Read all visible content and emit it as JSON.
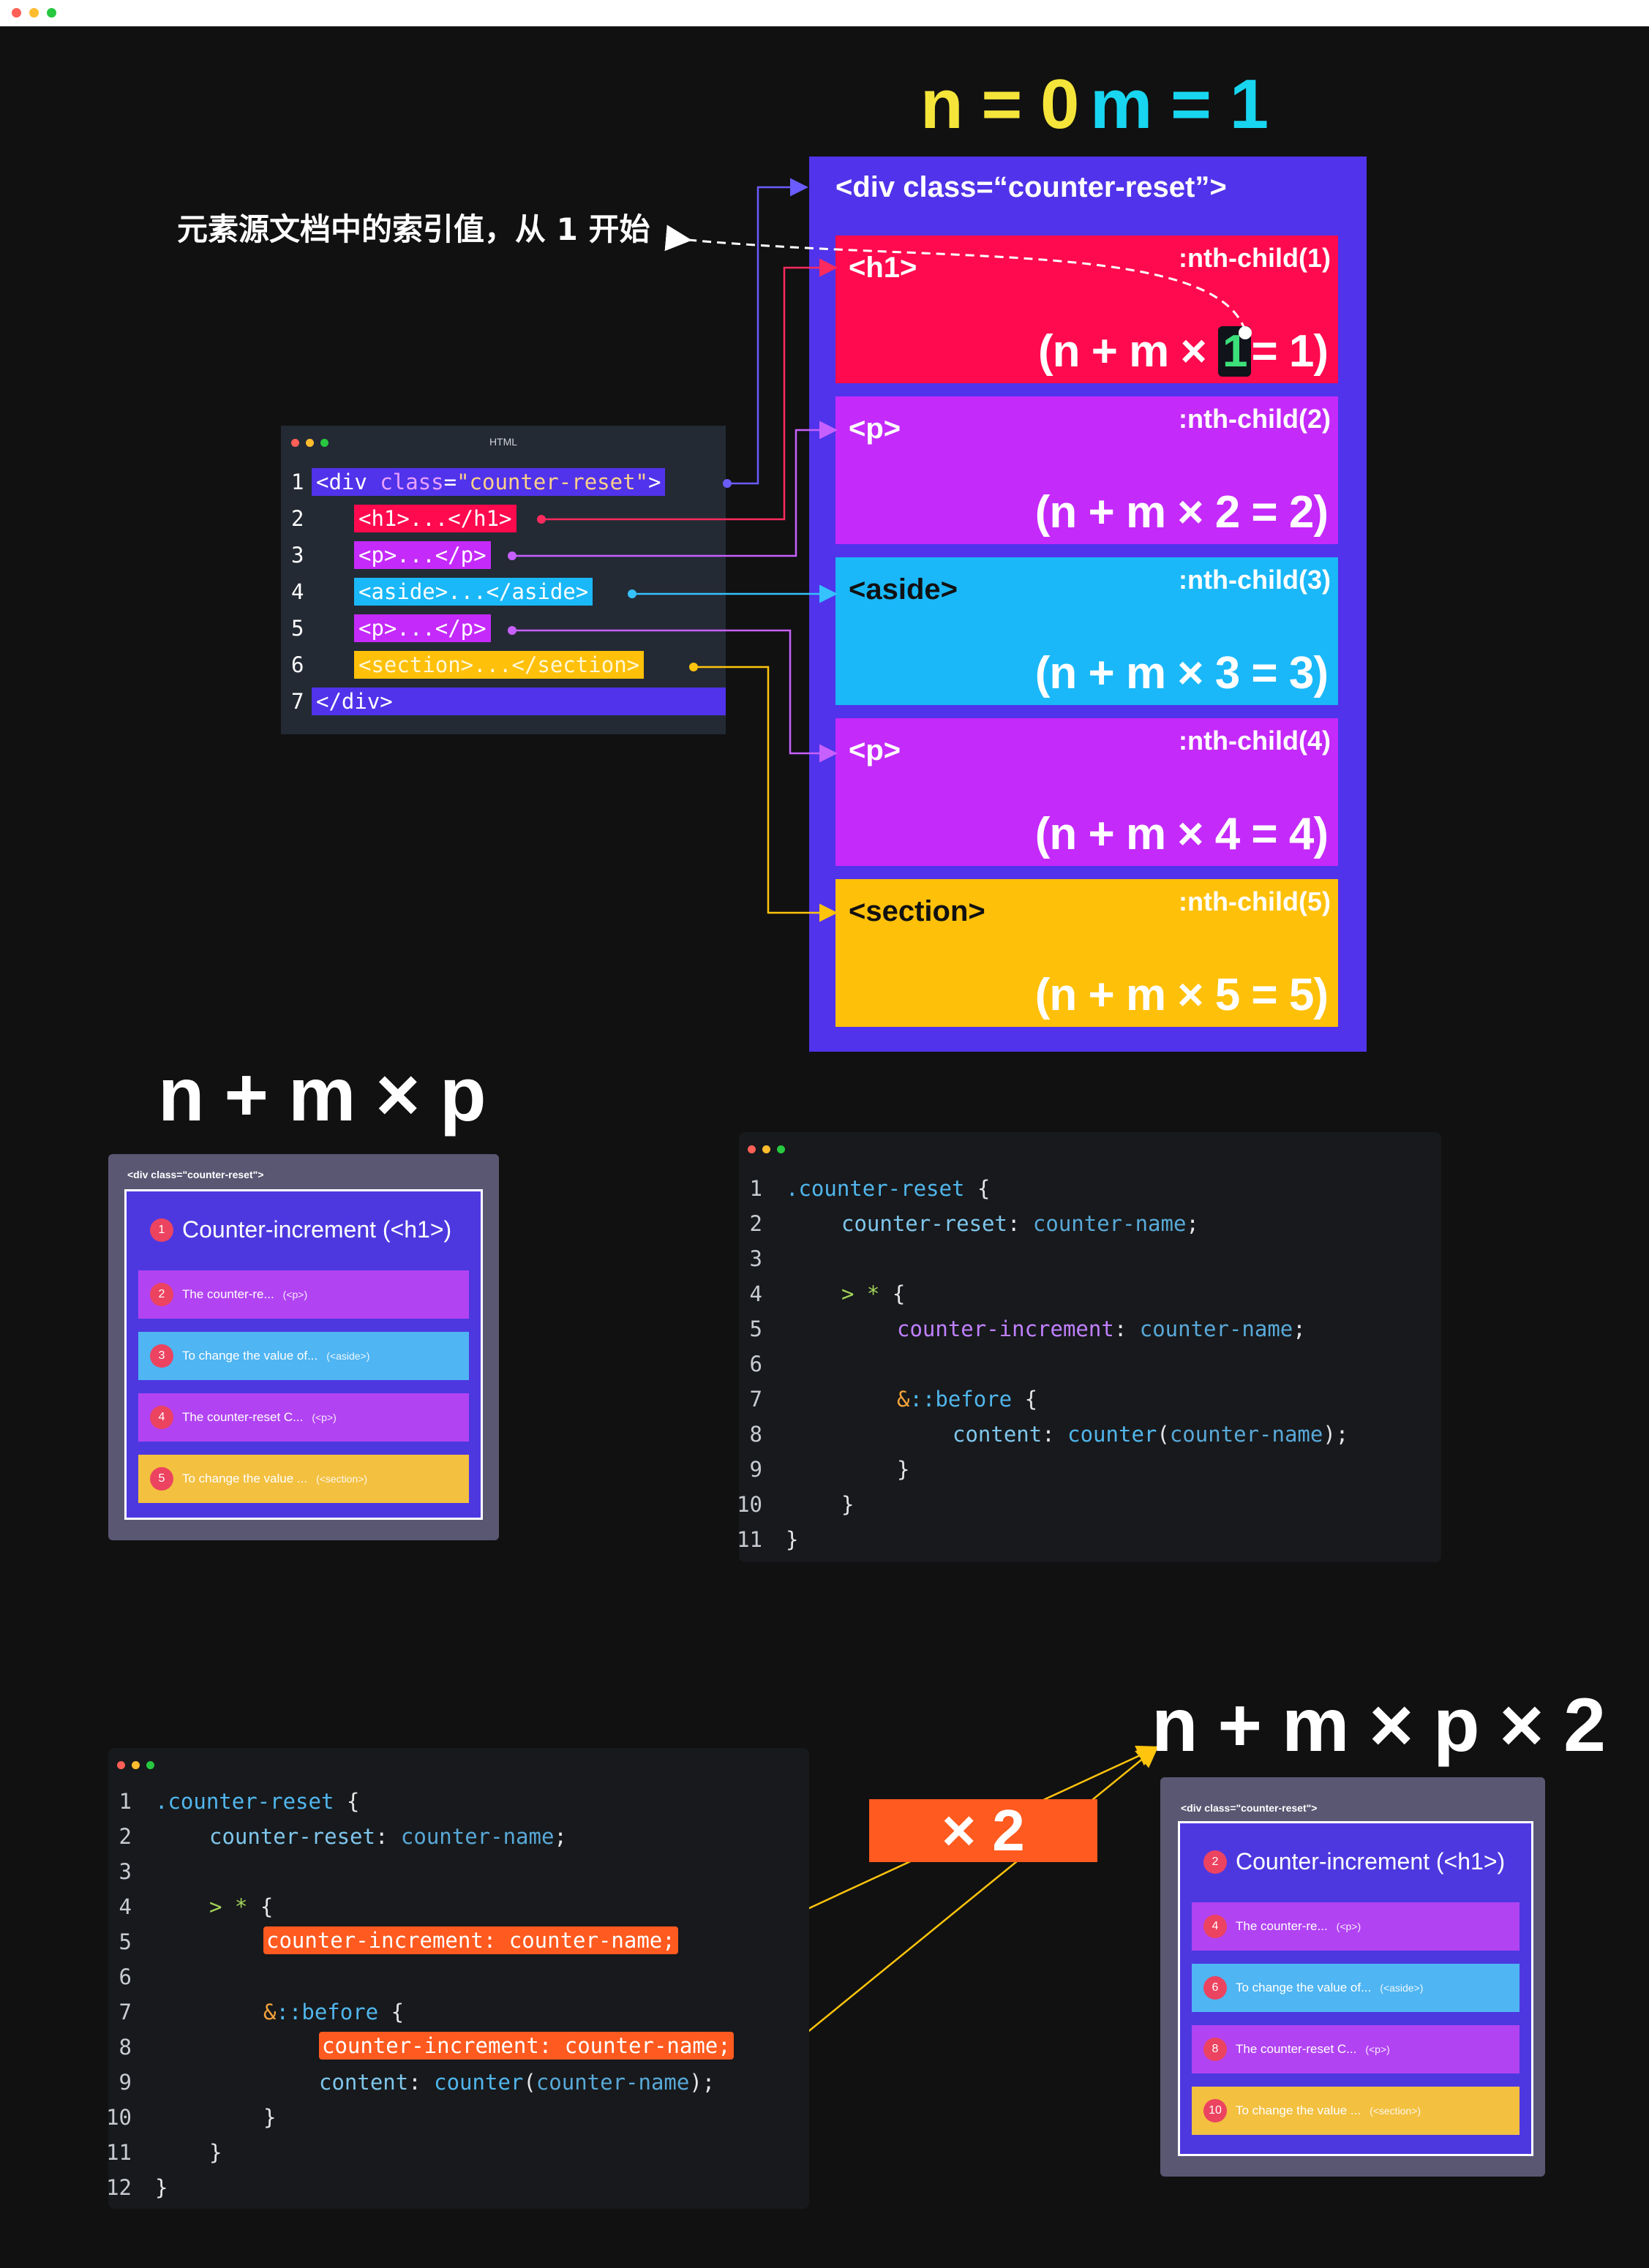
{
  "window": {
    "dots": [
      "#ff5f57",
      "#febc2e",
      "#28c840"
    ]
  },
  "header": {
    "n_eq": "n = 0",
    "m_eq": "m = 1"
  },
  "annotation": "元素源文档中的索引值，从 1 开始",
  "panel": {
    "title": "<div class=“counter-reset”>",
    "boxes": [
      {
        "tag": "<h1>",
        "nth": ":nth-child(1)",
        "eq_pre": "(n + m × ",
        "eq_hl": "1",
        "eq_post": "= 1)",
        "color": "#ff0a4e"
      },
      {
        "tag": "<p>",
        "nth": ":nth-child(2)",
        "eq": "(n + m × 2 = 2)",
        "color": "#c42afa"
      },
      {
        "tag": "<aside>",
        "nth": ":nth-child(3)",
        "eq": "(n + m × 3 = 3)",
        "color": "#1ab8f8"
      },
      {
        "tag": "<p>",
        "nth": ":nth-child(4)",
        "eq": "(n + m × 4 = 4)",
        "color": "#c42afa"
      },
      {
        "tag": "<section>",
        "nth": ":nth-child(5)",
        "eq": "(n + m × 5 = 5)",
        "color": "#ffc009"
      }
    ]
  },
  "html_editor": {
    "title": "HTML",
    "lines": [
      {
        "num": "1",
        "text": "<div class=\"counter-reset\">"
      },
      {
        "num": "2",
        "text": "<h1>...</h1>"
      },
      {
        "num": "3",
        "text": "<p>...</p>"
      },
      {
        "num": "4",
        "text": "<aside>...</aside>"
      },
      {
        "num": "5",
        "text": "<p>...</p>"
      },
      {
        "num": "6",
        "text": "<section>...</section>"
      },
      {
        "num": "7",
        "text": "</div>"
      }
    ]
  },
  "formula1": "n + m × p",
  "formula2": "n + m × p × 2",
  "times_two": "× 2",
  "preview1": {
    "label": "<div class=\"counter-reset\">",
    "heading": "Counter-increment (<h1>)",
    "heading_num": "1",
    "rows": [
      {
        "num": "2",
        "text": "The counter-re...",
        "tag": "(<p>)",
        "color": "#b243f2"
      },
      {
        "num": "3",
        "text": "To change the value of...",
        "tag": "(<aside>)",
        "color": "#4fb5f3"
      },
      {
        "num": "4",
        "text": "The counter-reset C...",
        "tag": "(<p>)",
        "color": "#b243f2"
      },
      {
        "num": "5",
        "text": "To change the value ...",
        "tag": "(<section>)",
        "color": "#f3c040"
      }
    ]
  },
  "preview2": {
    "label": "<div class=\"counter-reset\">",
    "heading": "Counter-increment (<h1>)",
    "heading_num": "2",
    "rows": [
      {
        "num": "4",
        "text": "The counter-re...",
        "tag": "(<p>)",
        "color": "#b243f2"
      },
      {
        "num": "6",
        "text": "To change the value of...",
        "tag": "(<aside>)",
        "color": "#4fb5f3"
      },
      {
        "num": "8",
        "text": "The counter-reset C...",
        "tag": "(<p>)",
        "color": "#b243f2"
      },
      {
        "num": "10",
        "text": "To change the value ...",
        "tag": "(<section>)",
        "color": "#f3c040"
      }
    ]
  },
  "code1": {
    "nums": [
      "1",
      "2",
      "3",
      "4",
      "5",
      "6",
      "7",
      "8",
      "9",
      "10",
      "11"
    ],
    "sel": ".counter-reset",
    "open": " {",
    "reset_prop": "counter-reset",
    "colon": ": ",
    "value": "counter-name",
    "semi": ";",
    "child_sel": "> *",
    "inc_prop": "counter-increment",
    "amp": "&",
    "pseudo": "::before",
    "content_prop": "content",
    "counter_fn": "counter",
    "paren_open": "(",
    "paren_close": ");",
    "close": "}"
  },
  "code2": {
    "nums": [
      "1",
      "2",
      "3",
      "4",
      "5",
      "6",
      "7",
      "8",
      "9",
      "10",
      "11",
      "12"
    ],
    "inc_line": "counter-increment: counter-name;"
  }
}
